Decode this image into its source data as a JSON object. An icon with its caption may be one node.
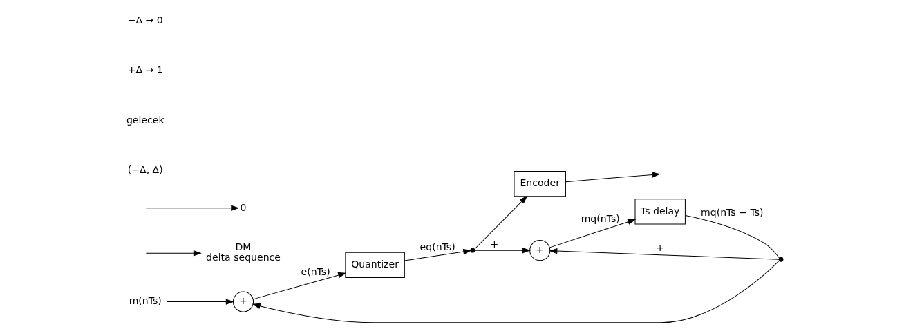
{
  "diagram": {
    "nodes": [
      {
        "text": [
          "m(nTs)"
        ]
      },
      {
        "text": [
          "+"
        ]
      },
      {
        "text": [
          "Quantizer"
        ]
      },
      {
        "text": [],
        "shape": "point"
      },
      {
        "text": [
          "Encoder"
        ]
      },
      {
        "text": [
          "+"
        ]
      },
      {
        "text": [],
        "shape": "point"
      },
      {
        "text": [
          "Ts delay"
        ]
      },
      {
        "text": [
          "DM",
          "delta sequence"
        ]
      },
      {
        "text": [
          "0"
        ]
      }
    ],
    "edges": [
      {
        "from": 0,
        "to": 1,
        "arrow": "to"
      },
      {
        "from": 1,
        "to": 2,
        "arrow": "to",
        "label": "e(nTs)"
      },
      {
        "from": 2,
        "to": 3,
        "arrow": "to",
        "label": "eq(nTs)"
      },
      {
        "from": 3,
        "to": 4,
        "arrow": "to"
      },
      {
        "from": 4,
        "to": null,
        "arrow": "to"
      },
      {
        "from": 3,
        "to": 5,
        "arrow": "to",
        "label": "+"
      },
      {
        "from": 6,
        "to": 5,
        "arrow": "to",
        "label": "+"
      },
      {
        "from": 6,
        "to": 1,
        "arrow": "to"
      },
      {
        "from": 5,
        "to": 7,
        "arrow": "to",
        "label": "mq(nTs)"
      },
      {
        "from": 7,
        "to": 6,
        "arrow": "none",
        "label": "mq(nTs − Ts)"
      },
      {
        "from": null,
        "to": 8,
        "arrow": "to"
      },
      {
        "from": null,
        "to": 9,
        "arrow": "to"
      }
    ],
    "labels": [
      "(−Δ, Δ)",
      "gelecek",
      "+Δ → 1",
      "−Δ → 0"
    ]
  }
}
